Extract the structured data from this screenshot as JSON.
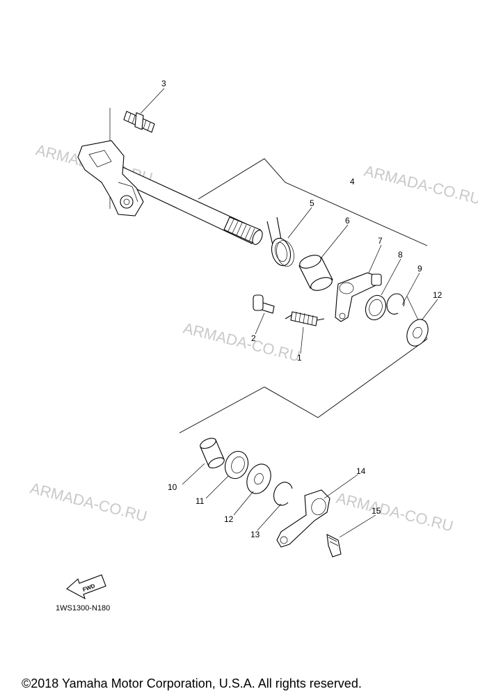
{
  "watermark": "ARMADA-CO.RU",
  "callouts": [
    "1",
    "2",
    "3",
    "4",
    "5",
    "6",
    "7",
    "8",
    "9",
    "10",
    "11",
    "12",
    "12",
    "13",
    "14",
    "15"
  ],
  "diagram_code": "1WS1300-N180",
  "fwd_label": "FWD",
  "copyright": "©2018 Yamaha Motor Corporation, U.S.A. All rights reserved."
}
